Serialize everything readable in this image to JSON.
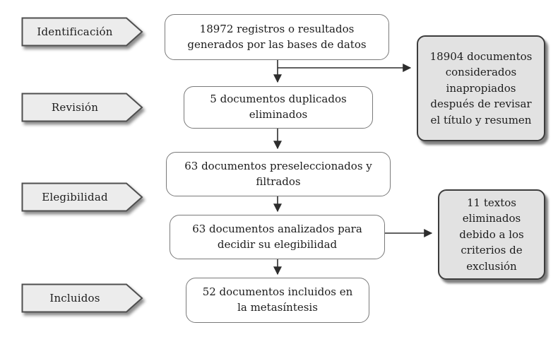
{
  "diagram": {
    "type": "prisma-flow",
    "stages": [
      {
        "label": "Identificación"
      },
      {
        "label": "Revisión"
      },
      {
        "label": "Elegibilidad"
      },
      {
        "label": "Incluidos"
      }
    ],
    "flow_boxes": [
      {
        "text": "18972 registros o resultados\ngenerados por las bases de datos"
      },
      {
        "text": "5 documentos duplicados\neliminados"
      },
      {
        "text": "63 documentos preseleccionados y\nfiltrados"
      },
      {
        "text": "63 documentos analizados para\ndecidir su elegibilidad"
      },
      {
        "text": "52 documentos incluidos en\nla metasíntesis"
      }
    ],
    "side_boxes": [
      {
        "text": "18904 documentos\nconsiderados\ninapropiados\ndespués de revisar\nel título y resumen"
      },
      {
        "text": "11 textos\neliminados\ndebido a los\ncriterios de\nexclusión"
      }
    ],
    "counts": {
      "records_identified": 18972,
      "duplicates_removed": 5,
      "screened": 63,
      "excluded_title_abstract": 18904,
      "assessed_eligibility": 63,
      "excluded_criteria": 11,
      "included": 52
    },
    "colors": {
      "box_fill": "#ffffff",
      "box_border": "#7a7a7a",
      "side_box_fill": "#e2e2e2",
      "side_box_border": "#3c3c3c",
      "stage_fill": "#ececec",
      "stage_border": "#4f4f4f",
      "arrow": "#2d2d2d",
      "text": "#1c1c1c"
    }
  }
}
